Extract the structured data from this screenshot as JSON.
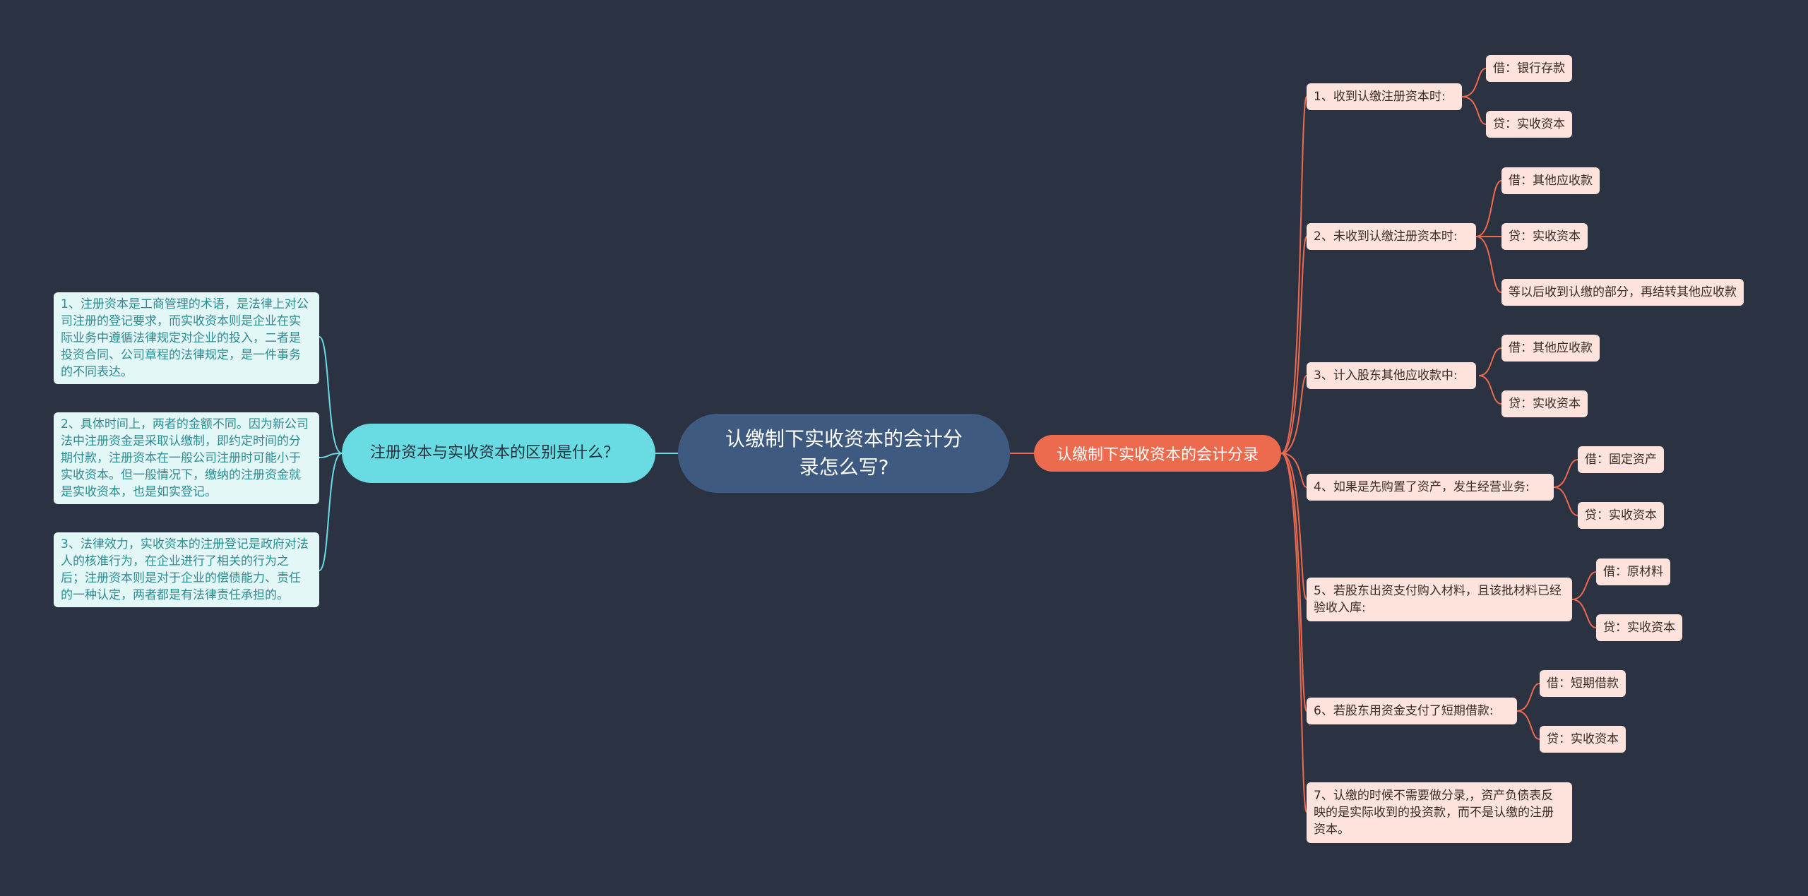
{
  "root": {
    "title": "认缴制下实收资本的会计分录怎么写?"
  },
  "right": {
    "label": "认缴制下实收资本的会计分录",
    "items": [
      {
        "label": "1、收到认缴注册资本时:",
        "children": [
          "借：银行存款",
          "贷：实收资本"
        ]
      },
      {
        "label": "2、未收到认缴注册资本时:",
        "children": [
          "借：其他应收款",
          "贷：实收资本",
          "等以后收到认缴的部分，再结转其他应收款"
        ]
      },
      {
        "label": "3、计入股东其他应收款中:",
        "children": [
          "借：其他应收款",
          "贷：实收资本"
        ]
      },
      {
        "label": "4、如果是先购置了资产，发生经营业务:",
        "children": [
          "借：固定资产",
          "贷：实收资本"
        ]
      },
      {
        "label": "5、若股东出资支付购入材料，且该批材料已经验收入库:",
        "children": [
          "借：原材料",
          "贷：实收资本"
        ]
      },
      {
        "label": "6、若股东用资金支付了短期借款:",
        "children": [
          "借：短期借款",
          "贷：实收资本"
        ]
      },
      {
        "label": "7、认缴的时候不需要做分录,，资产负债表反映的是实际收到的投资款，而不是认缴的注册资本。",
        "children": []
      }
    ]
  },
  "left": {
    "label": "注册资本与实收资本的区别是什么？",
    "items": [
      "1、注册资本是工商管理的术语，是法律上对公司注册的登记要求，而实收资本则是企业在实际业务中遵循法律规定对企业的投入，二者是投资合同、公司章程的法律规定，是一件事务的不同表达。",
      "2、具体时间上，两者的金额不同。因为新公司法中注册资金是采取认缴制，即约定时间的分期付款，注册资本在一般公司注册时可能小于实收资本。但一般情况下，缴纳的注册资金就是实收资本，也是如实登记。",
      "3、法律效力，实收资本的注册登记是政府对法人的核准行为，在企业进行了相关的行为之后；注册资本则是对于企业的偿债能力、责任的一种认定，两者都是有法律责任承担的。"
    ]
  },
  "colors": {
    "background": "#2b3242",
    "root": "#3f5a80",
    "right_branch": "#ec6a4e",
    "left_branch": "#68dce2",
    "right_node": "#fde3dc",
    "left_node": "#e3f7f7"
  }
}
